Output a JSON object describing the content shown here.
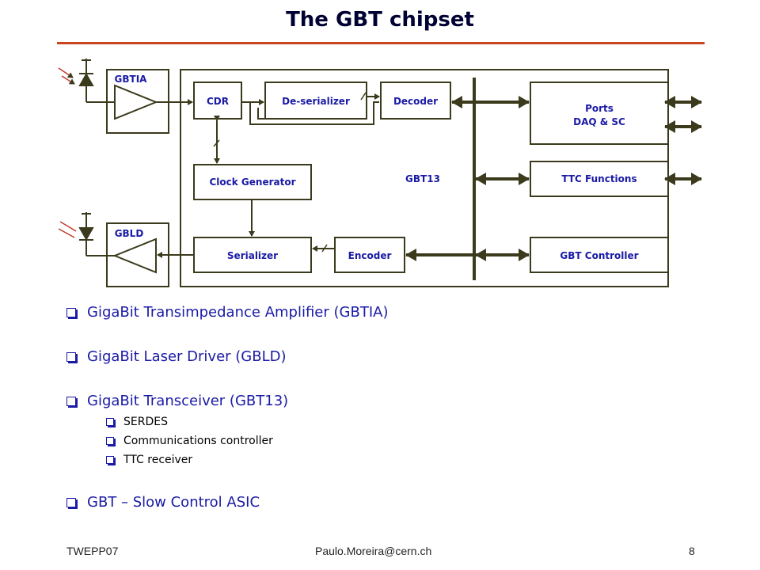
{
  "slide": {
    "title": "The GBT chipset",
    "footer_left": "TWEPP07",
    "footer_center": "Paulo.Moreira@cern.ch",
    "page_number": "8"
  },
  "diagram": {
    "gbtia": "GBTIA",
    "gbld": "GBLD",
    "cdr": "CDR",
    "deserializer": "De-serializer",
    "decoder": "Decoder",
    "clock_generator": "Clock Generator",
    "gbt13": "GBT13",
    "serializer": "Serializer",
    "encoder": "Encoder",
    "ports_line1": "Ports",
    "ports_line2": "DAQ & SC",
    "ttc_functions": "TTC Functions",
    "gbt_controller": "GBT Controller",
    "line_color": "#3b3a1c"
  },
  "bullets": {
    "b1": "GigaBit Transimpedance Amplifier (GBTIA)",
    "b2": "GigaBit Laser Driver (GBLD)",
    "b3": "GigaBit Transceiver (GBT13)",
    "b3_sub1": "SERDES",
    "b3_sub2": "Communications controller",
    "b3_sub3": "TTC receiver",
    "b4": "GBT – Slow Control ASIC"
  }
}
